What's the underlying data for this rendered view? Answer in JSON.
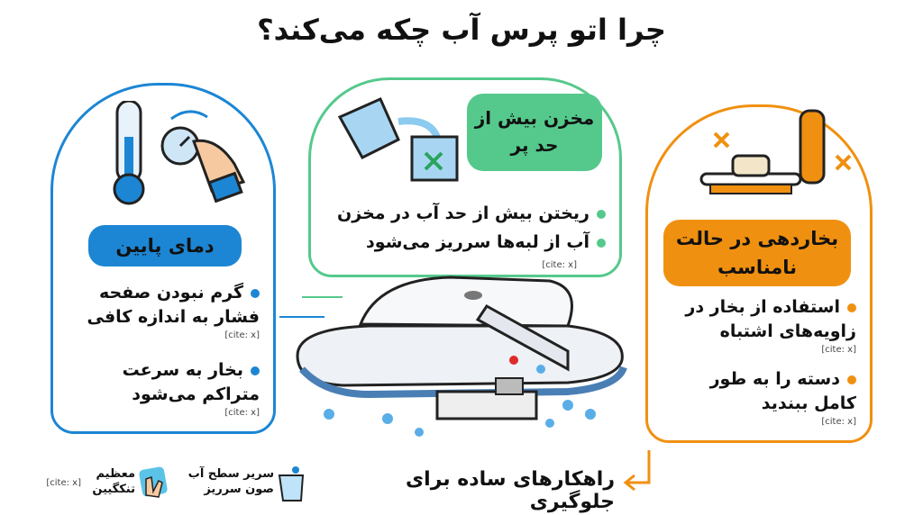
{
  "title": "چرا اتو پرس آب چکه می‌کند؟",
  "colors": {
    "blue": "#1c86d4",
    "green": "#55c98c",
    "orange": "#f09010"
  },
  "left": {
    "heading": "دمای پایین",
    "icons": [
      "thermometer-icon",
      "dial-hand-icon"
    ],
    "items": [
      {
        "text": "گرم نبودن صفحه فشار به اندازه کافی",
        "cite": "[cite: x]"
      },
      {
        "text": "بخار به سرعت متراکم می‌شود",
        "cite": "[cite: x]"
      }
    ]
  },
  "middle": {
    "heading": "مخزن بیش از حد پر",
    "icons": [
      "pitcher-pour-icon",
      "overflow-cup-icon"
    ],
    "items": [
      {
        "text": "ریختن بیش از حد آب در مخزن"
      },
      {
        "text": "آب از لبه‌ها سرریز می‌شود"
      }
    ],
    "cite": "[cite: x]"
  },
  "right": {
    "heading": "بخاردهی در حالت نامناسب",
    "icons": [
      "wrong-angle-press-icon"
    ],
    "items": [
      {
        "text": "استفاده از بخار در زاویه‌های اشتباه",
        "cite": "[cite: x]"
      },
      {
        "text": "دسته را به طور کامل ببندید",
        "cite": "[cite: x]"
      }
    ]
  },
  "center": {
    "icon": "steam-press-dripping-icon"
  },
  "footer": {
    "heading": "راهکارهای ساده برای جلوگیری",
    "tips": [
      {
        "text": "سریر سطح آب صون سرریز",
        "icon": "water-cup-icon"
      },
      {
        "text": "معظیم تنکگیین",
        "icon": "wiping-hand-icon"
      }
    ],
    "cite": "[cite: x]"
  }
}
